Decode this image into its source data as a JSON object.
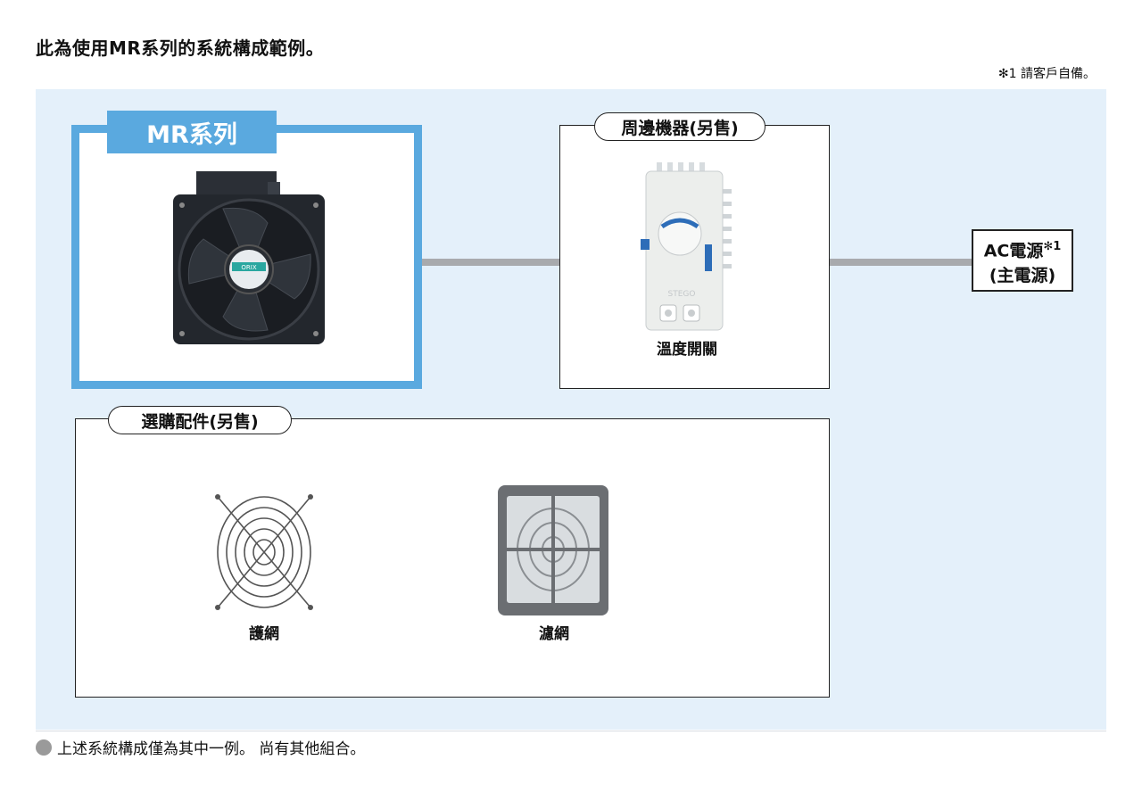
{
  "header": {
    "title": "此為使用MR系列的系統構成範例。",
    "note": "✻1 請客戶自備。"
  },
  "fan_group": {
    "tab_label": "MR系列"
  },
  "peripheral": {
    "title": "周邊機器(另售)",
    "item_label": "溫度開關"
  },
  "power": {
    "line1": "AC電源",
    "line1_sup": "✻1",
    "line2": "(主電源)"
  },
  "accessories": {
    "title": "選購配件(另售)",
    "items": [
      {
        "label": "護網"
      },
      {
        "label": "濾網"
      }
    ]
  },
  "footer": {
    "text": "上述系統構成僅為其中一例。 尚有其他組合。"
  },
  "colors": {
    "panel_bg": "#e4f0fa",
    "accent_blue": "#5aa9df",
    "cable_gray": "#a8aaad"
  }
}
